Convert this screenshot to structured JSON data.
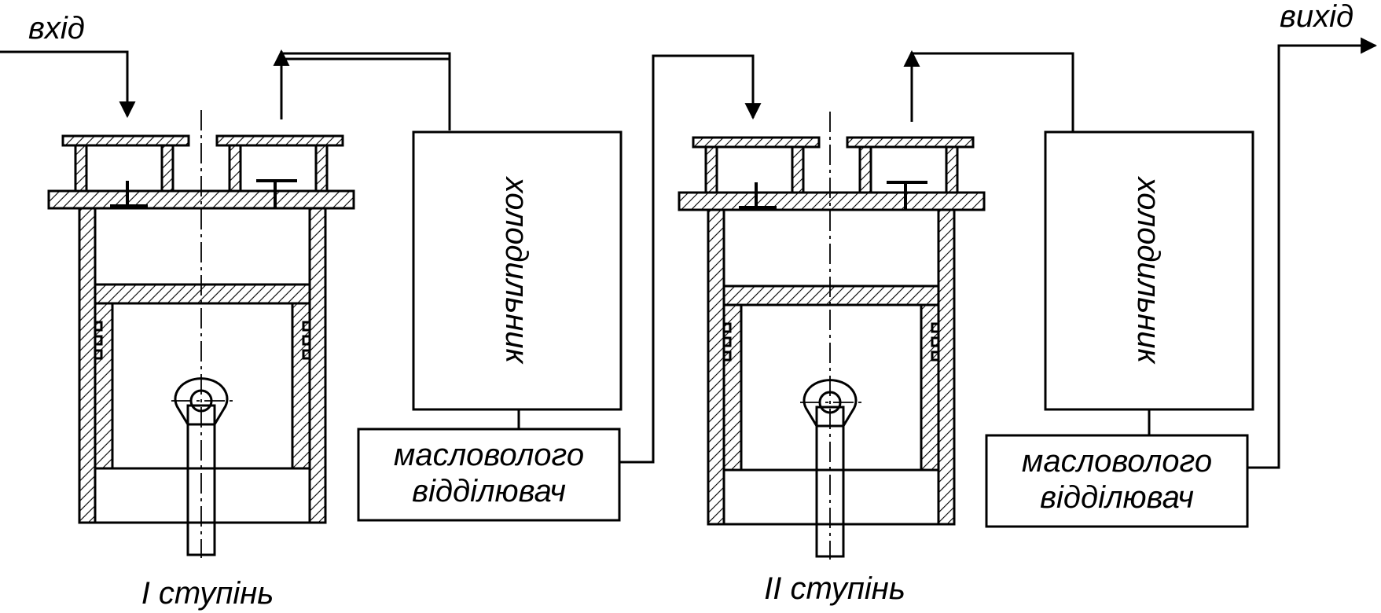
{
  "labels": {
    "inlet": "вхід",
    "outlet": "вихід",
    "stage1": "І ступінь",
    "stage2": "ІІ ступінь",
    "cooler1": "холодильник",
    "cooler2": "холодильник",
    "separator1_line1": "масловолого",
    "separator1_line2": "відділювач",
    "separator2_line1": "масловолого",
    "separator2_line2": "відділювач"
  }
}
